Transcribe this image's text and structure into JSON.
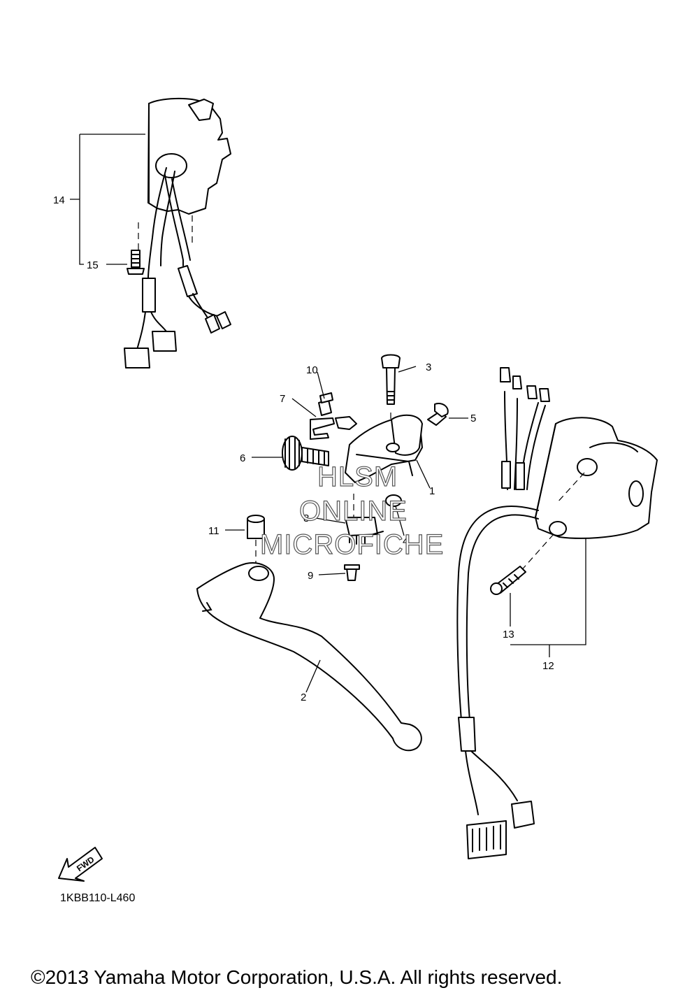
{
  "diagram": {
    "callouts": [
      {
        "id": "1",
        "text": "1"
      },
      {
        "id": "2",
        "text": "2"
      },
      {
        "id": "3",
        "text": "3"
      },
      {
        "id": "4",
        "text": "4"
      },
      {
        "id": "5",
        "text": "5"
      },
      {
        "id": "6",
        "text": "6"
      },
      {
        "id": "7",
        "text": "7"
      },
      {
        "id": "8",
        "text": "8"
      },
      {
        "id": "9",
        "text": "9"
      },
      {
        "id": "10",
        "text": "10"
      },
      {
        "id": "11",
        "text": "11"
      },
      {
        "id": "12",
        "text": "12"
      },
      {
        "id": "13",
        "text": "13"
      },
      {
        "id": "14",
        "text": "14"
      },
      {
        "id": "15",
        "text": "15"
      }
    ],
    "watermark": [
      "HLSM",
      "ONLINE",
      "MICROFICHE"
    ],
    "fwd_label": "FWD",
    "drawing_code": "1KBB110-L460",
    "copyright": "©2013 Yamaha Motor Corporation, U.S.A. All rights reserved."
  }
}
